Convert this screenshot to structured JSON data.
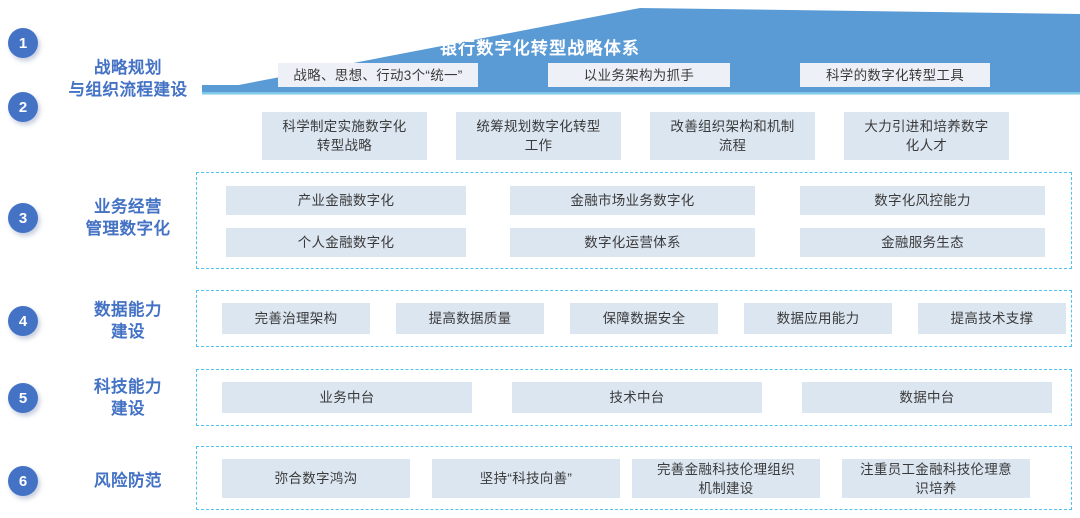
{
  "diagram": {
    "title": "银行数字化转型战略体系",
    "accent_blue": "#4472C4",
    "roof_blue": "#5B9BD5",
    "box_fill": "#DCE6F1",
    "dashed_border": "#4EC3EC"
  },
  "rails": [
    {
      "num": "1",
      "label_line1": "战略规划",
      "label_line2": "与组织流程建设"
    },
    {
      "num": "2",
      "label_line1": "",
      "label_line2": ""
    },
    {
      "num": "3",
      "label_line1": "业务经营",
      "label_line2": "管理数字化"
    },
    {
      "num": "4",
      "label_line1": "数据能力",
      "label_line2": "建设"
    },
    {
      "num": "5",
      "label_line1": "科技能力",
      "label_line2": "建设"
    },
    {
      "num": "6",
      "label_line1": "风险防范",
      "label_line2": ""
    }
  ],
  "roof_boxes": [
    {
      "label": "战略、思想、行动3个“统一”"
    },
    {
      "label": "以业务架构为抓手"
    },
    {
      "label": "科学的数字化转型工具"
    }
  ],
  "row_org": [
    {
      "line1": "科学制定实施数字化",
      "line2": "转型战略"
    },
    {
      "line1": "统筹规划数字化转型",
      "line2": "工作"
    },
    {
      "line1": "改善组织架构和机制",
      "line2": "流程"
    },
    {
      "line1": "大力引进和培养数字",
      "line2": "化人才"
    }
  ],
  "section_business": {
    "row1": [
      "产业金融数字化",
      "金融市场业务数字化",
      "数字化风控能力"
    ],
    "row2": [
      "个人金融数字化",
      "数字化运营体系",
      "金融服务生态"
    ]
  },
  "section_data": {
    "items": [
      "完善治理架构",
      "提高数据质量",
      "保障数据安全",
      "数据应用能力",
      "提高技术支撑"
    ]
  },
  "section_tech": {
    "items": [
      "业务中台",
      "技术中台",
      "数据中台"
    ]
  },
  "section_risk": {
    "items": [
      {
        "line1": "弥合数字鸿沟",
        "line2": ""
      },
      {
        "line1": "坚持“科技向善”",
        "line2": ""
      },
      {
        "line1": "完善金融科技伦理组织",
        "line2": "机制建设"
      },
      {
        "line1": "注重员工金融科技伦理意",
        "line2": "识培养"
      }
    ]
  }
}
